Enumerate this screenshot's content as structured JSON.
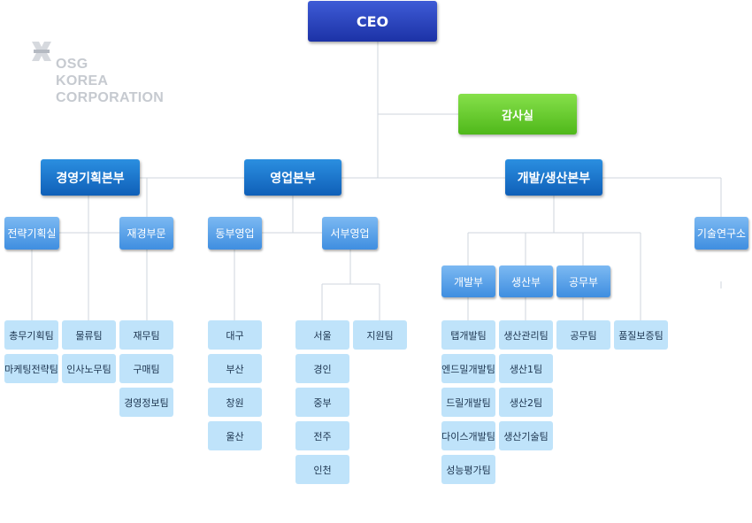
{
  "logo": {
    "lines": [
      "OSG",
      "KOREA",
      "CORPORATION"
    ],
    "mark_icon": "osg-mark-icon"
  },
  "ceo": "CEO",
  "audit": "감사실",
  "divisions": {
    "management": "경영기획본부",
    "sales": "영업본부",
    "development": "개발/생산본부"
  },
  "departments": {
    "strategy": "전략기획실",
    "finance": "재경부문",
    "east_sales": "동부영업",
    "west_sales": "서부영업",
    "tech_lab": "기술연구소",
    "dev": "개발부",
    "production": "생산부",
    "engineering": "공무부"
  },
  "teams": {
    "strategy": [
      "총무기획팀",
      "마케팅전략팀"
    ],
    "logistics": [
      "물류팀",
      "인사노무팀"
    ],
    "finance": [
      "재무팀",
      "구매팀",
      "경영정보팀"
    ],
    "east_sales": [
      "대구",
      "부산",
      "창원",
      "울산"
    ],
    "west_sales": [
      "서울",
      "경인",
      "중부",
      "전주",
      "인천"
    ],
    "support": [
      "지원팀"
    ],
    "dev": [
      "탭개발팀",
      "엔드밀개발팀",
      "드릴개발팀",
      "다이스개발팀",
      "성능평가팀"
    ],
    "production": [
      "생산관리팀",
      "생산1팀",
      "생산2팀",
      "생산기술팀"
    ],
    "engineering": [
      "공무팀"
    ],
    "quality": [
      "품질보증팀"
    ]
  },
  "colors": {
    "ceo": "#1c32a6",
    "audit": "#4fb81a",
    "division": "#0f5fb8",
    "department": "#3f8ee0",
    "team": "#bfe3fa",
    "connector": "#cfd6dd"
  }
}
